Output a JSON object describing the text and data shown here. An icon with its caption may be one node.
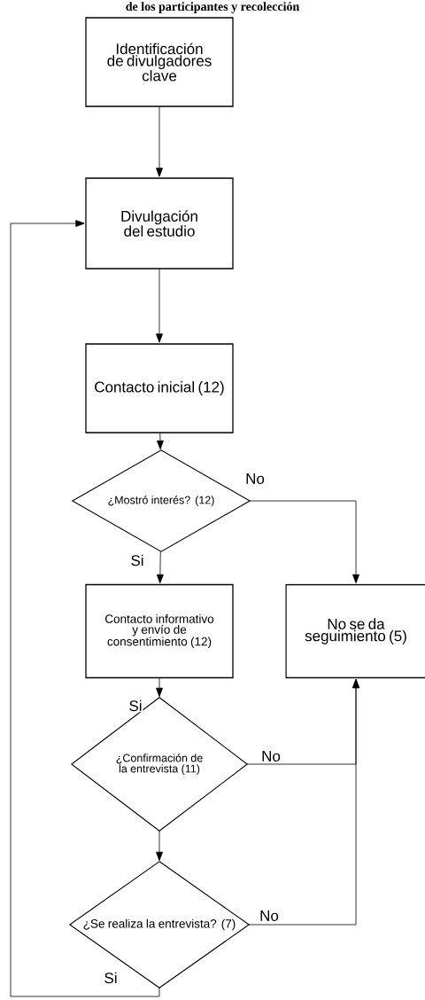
{
  "diagram": {
    "title": "de los participantes y recolección",
    "nodes": [
      {
        "text": [
          "Identificación de divulgadores clave"
        ]
      },
      {
        "text": [
          "Divulgación del estudio"
        ]
      },
      {
        "text": [
          "Contacto inicial (12)"
        ]
      },
      {
        "text": [
          "¿Mostró interés? (12)"
        ]
      },
      {
        "text": [
          "Contacto informativo y envío de consentimiento (12)"
        ]
      },
      {
        "text": [
          "No se da seguimiento (5)"
        ]
      },
      {
        "text": [
          "¿Confirmación de la entrevista (11)"
        ]
      },
      {
        "text": [
          "¿Se realiza la entrevista? (7)"
        ]
      }
    ],
    "edges": [
      {
        "from": 0,
        "to": 1,
        "arrow": "to"
      },
      {
        "from": 1,
        "to": 2,
        "arrow": "to"
      },
      {
        "from": 2,
        "to": 3,
        "arrow": "to"
      },
      {
        "from": 3,
        "to": 4,
        "arrow": "to",
        "label": "Si"
      },
      {
        "from": 3,
        "to": 5,
        "arrow": "to",
        "label": "No"
      },
      {
        "from": 4,
        "to": 6,
        "arrow": "to",
        "label": "Si"
      },
      {
        "from": 6,
        "to": 7,
        "arrow": "to"
      },
      {
        "from": 6,
        "to": 5,
        "arrow": "to",
        "label": "No"
      },
      {
        "from": 7,
        "to": 5,
        "arrow": "to",
        "label": "No"
      },
      {
        "from": 7,
        "to": 1,
        "arrow": "to",
        "label": "Si"
      }
    ]
  }
}
